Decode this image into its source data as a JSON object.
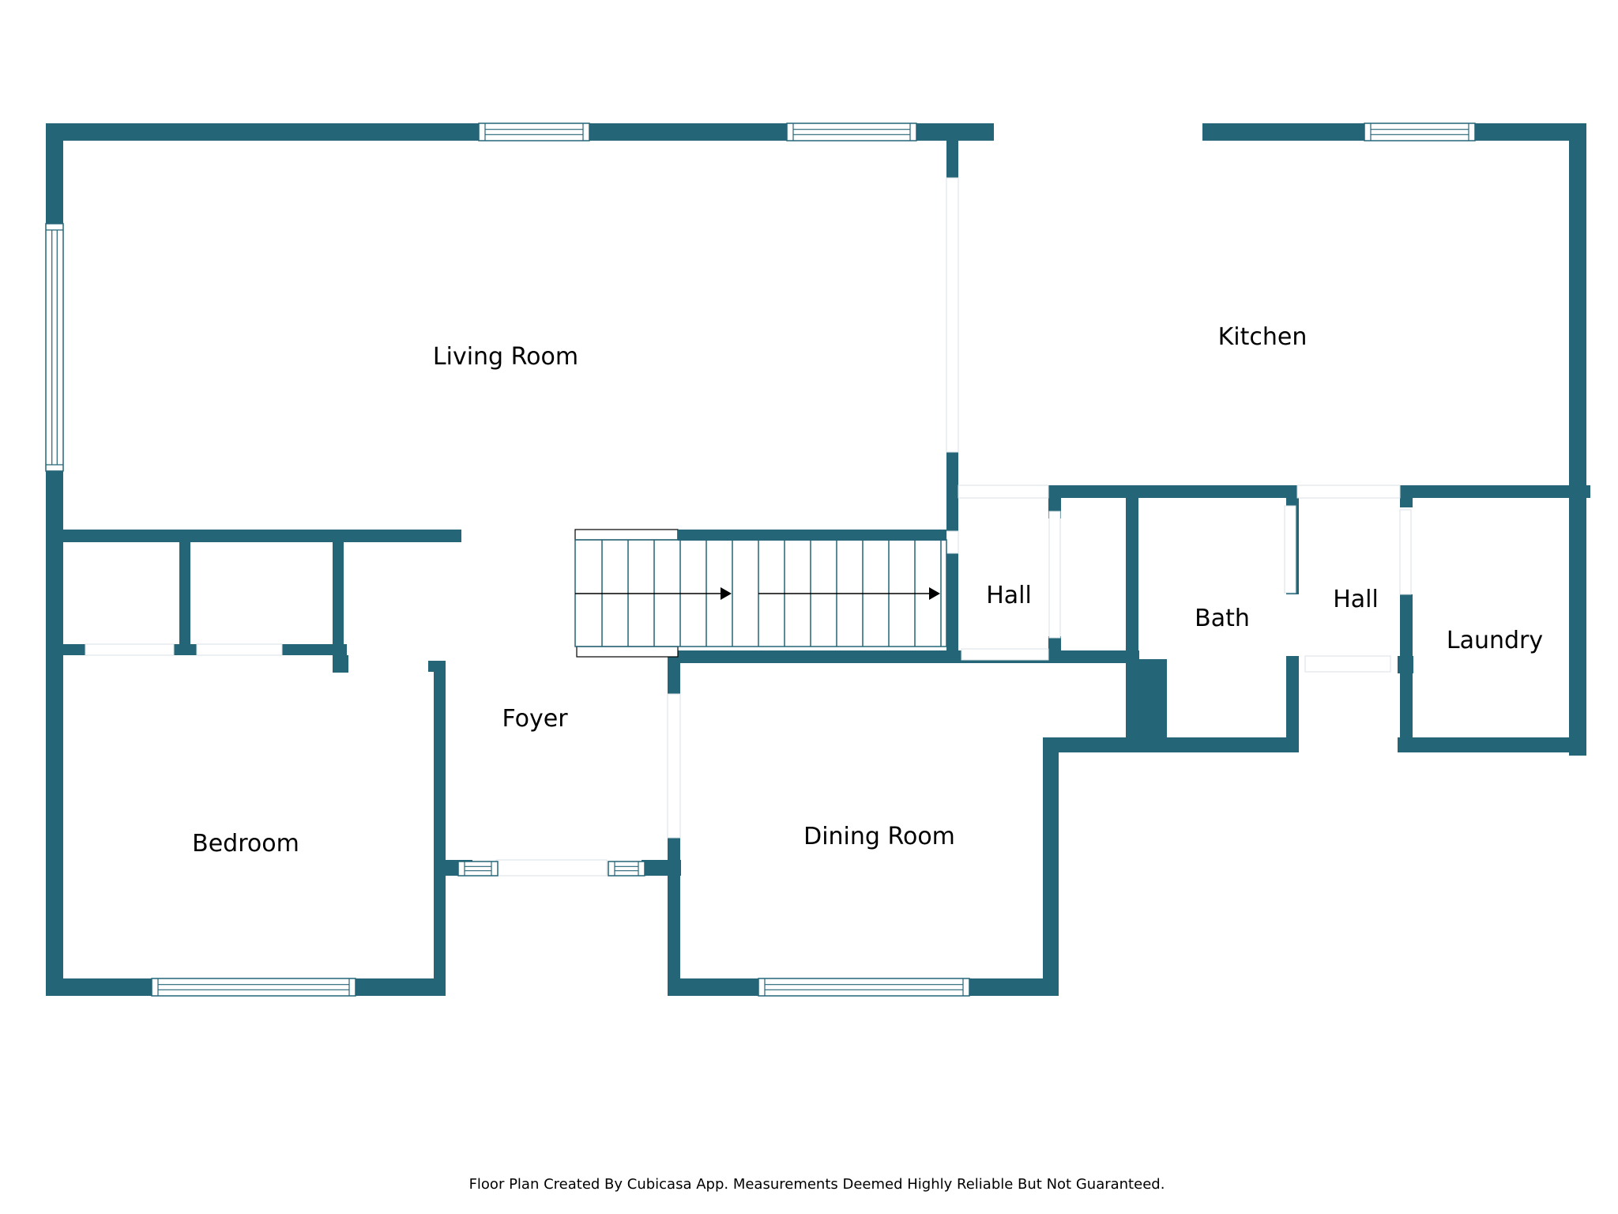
{
  "colors": {
    "wall": "#246577",
    "background": "#ffffff",
    "opening": "#ffffff",
    "line": "#246577",
    "stair_line": "#246577",
    "arrow": "#000000",
    "text": "#000000"
  },
  "rooms": {
    "living_room": "Living Room",
    "kitchen": "Kitchen",
    "hall_left": "Hall",
    "hall_right": "Hall",
    "bath": "Bath",
    "laundry": "Laundry",
    "foyer": "Foyer",
    "bedroom": "Bedroom",
    "dining_room": "Dining Room"
  },
  "footer": {
    "disclaimer": "Floor Plan Created By Cubicasa App. Measurements Deemed Highly Reliable But Not Guaranteed."
  }
}
